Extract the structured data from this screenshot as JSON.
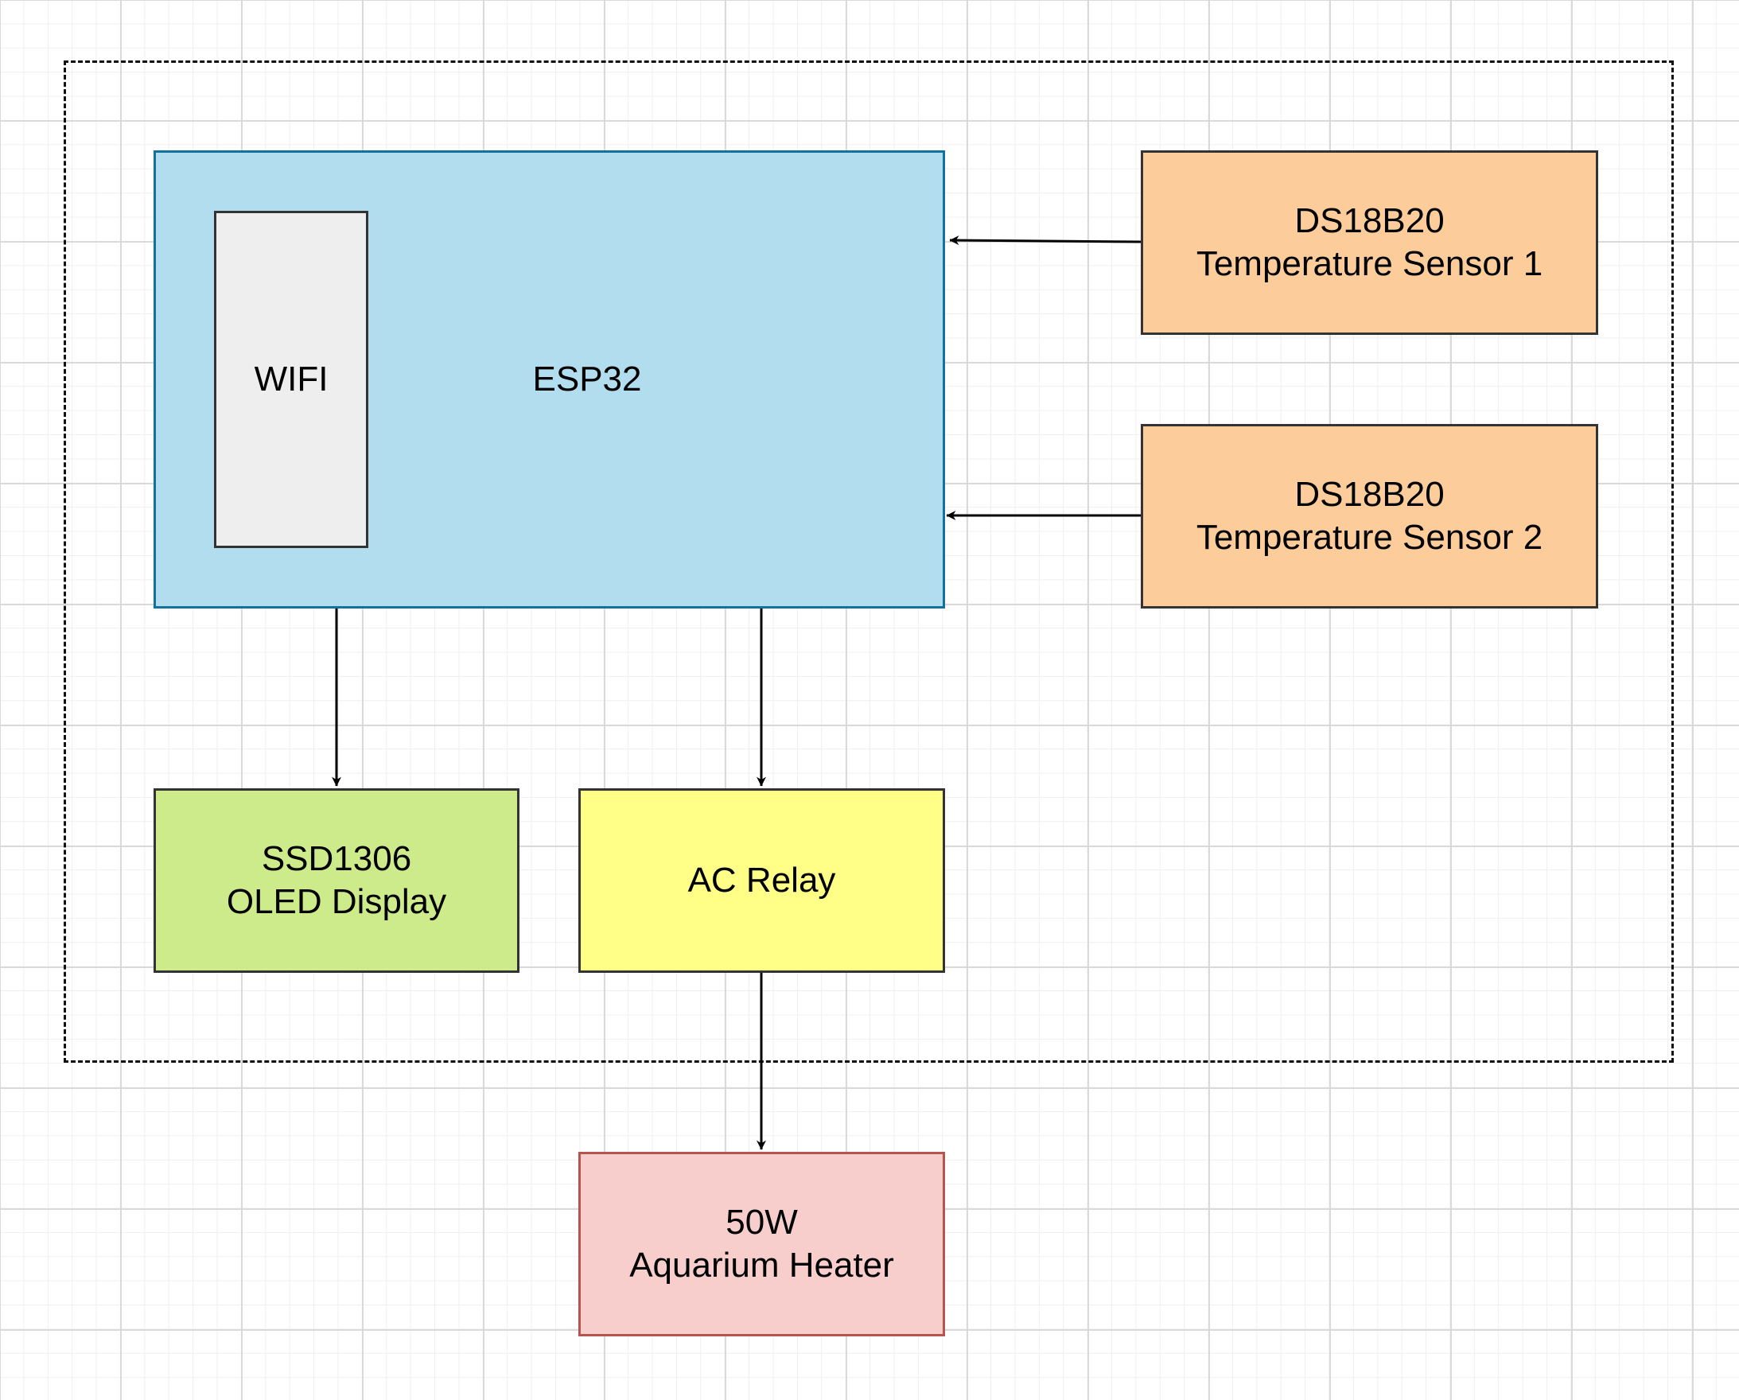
{
  "colors": {
    "esp32_fill": "#b1ddee",
    "esp32_stroke": "#10739e",
    "wifi_fill": "#eeeeee",
    "sensor_fill": "#fdcc9b",
    "display_fill": "#cdeb8b",
    "relay_fill": "#ffff88",
    "heater_fill": "#f8cecc",
    "heater_stroke": "#b85450",
    "edge_color": "#000000"
  },
  "nodes": {
    "esp32": {
      "label": "ESP32"
    },
    "wifi": {
      "label": "WIFI"
    },
    "sensor1": {
      "line1": "DS18B20",
      "line2": "Temperature Sensor 1"
    },
    "sensor2": {
      "line1": "DS18B20",
      "line2": "Temperature Sensor 2"
    },
    "display": {
      "line1": "SSD1306",
      "line2": "OLED Display"
    },
    "relay": {
      "label": "AC Relay"
    },
    "heater": {
      "line1": "50W",
      "line2": "Aquarium Heater"
    }
  },
  "edges": [
    {
      "from": "sensor1",
      "to": "esp32"
    },
    {
      "from": "sensor2",
      "to": "esp32"
    },
    {
      "from": "esp32",
      "to": "display"
    },
    {
      "from": "esp32",
      "to": "relay"
    },
    {
      "from": "relay",
      "to": "heater"
    }
  ]
}
